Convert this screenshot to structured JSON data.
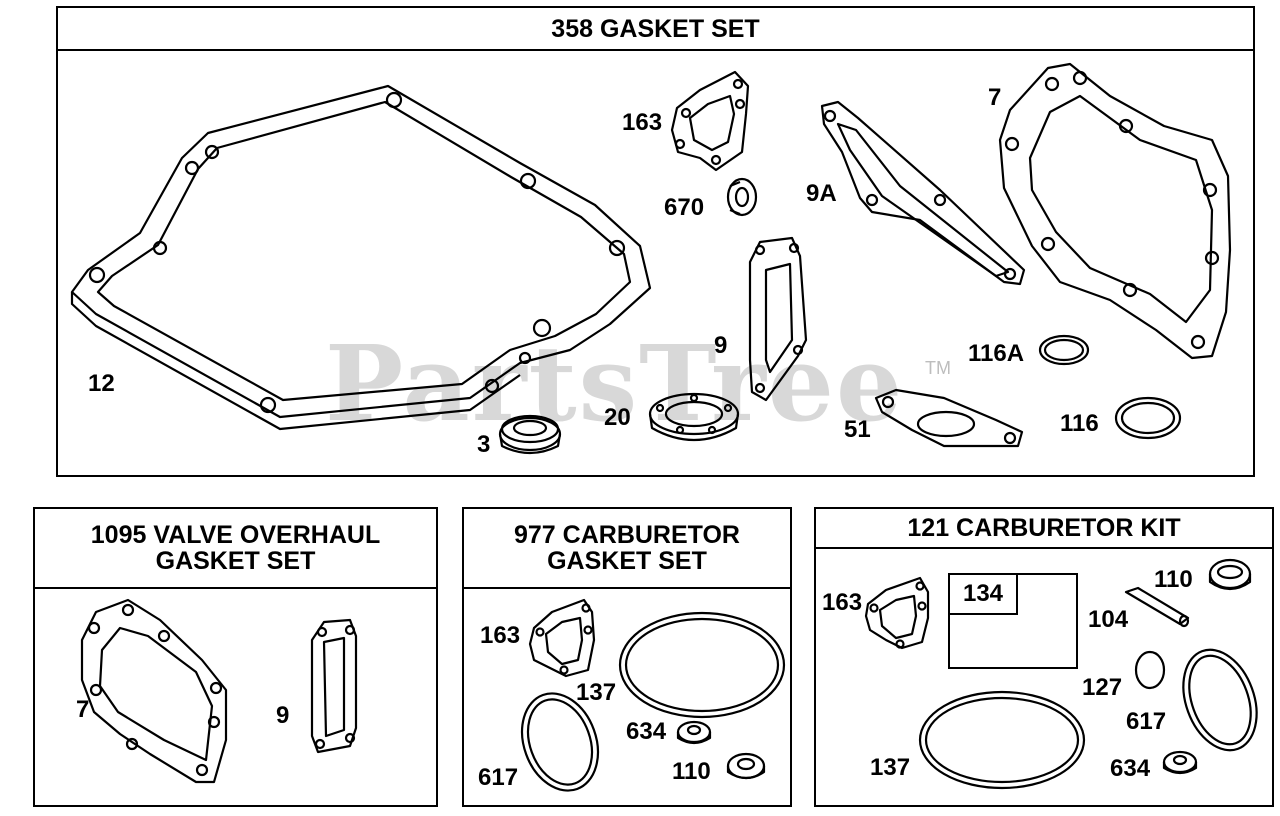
{
  "watermark": {
    "text": "PartsTree",
    "trademark": "TM"
  },
  "panels": {
    "gasket_set": {
      "title": "358 GASKET SET",
      "labels": {
        "p163": "163",
        "p670": "670",
        "p9a": "9A",
        "p7": "7",
        "p12": "12",
        "p9": "9",
        "p116a": "116A",
        "p3": "3",
        "p20": "20",
        "p51": "51",
        "p116": "116"
      }
    },
    "valve_overhaul": {
      "title": "1095 VALVE OVERHAUL\nGASKET SET",
      "labels": {
        "p7": "7",
        "p9": "9"
      }
    },
    "carburetor_gasket": {
      "title": "977 CARBURETOR\nGASKET SET",
      "labels": {
        "p163": "163",
        "p137": "137",
        "p634": "634",
        "p617": "617",
        "p110": "110"
      }
    },
    "carburetor_kit": {
      "title": "121 CARBURETOR KIT",
      "labels": {
        "p163": "163",
        "p134": "134",
        "p110": "110",
        "p104": "104",
        "p127": "127",
        "p617": "617",
        "p137": "137",
        "p634": "634"
      }
    }
  }
}
